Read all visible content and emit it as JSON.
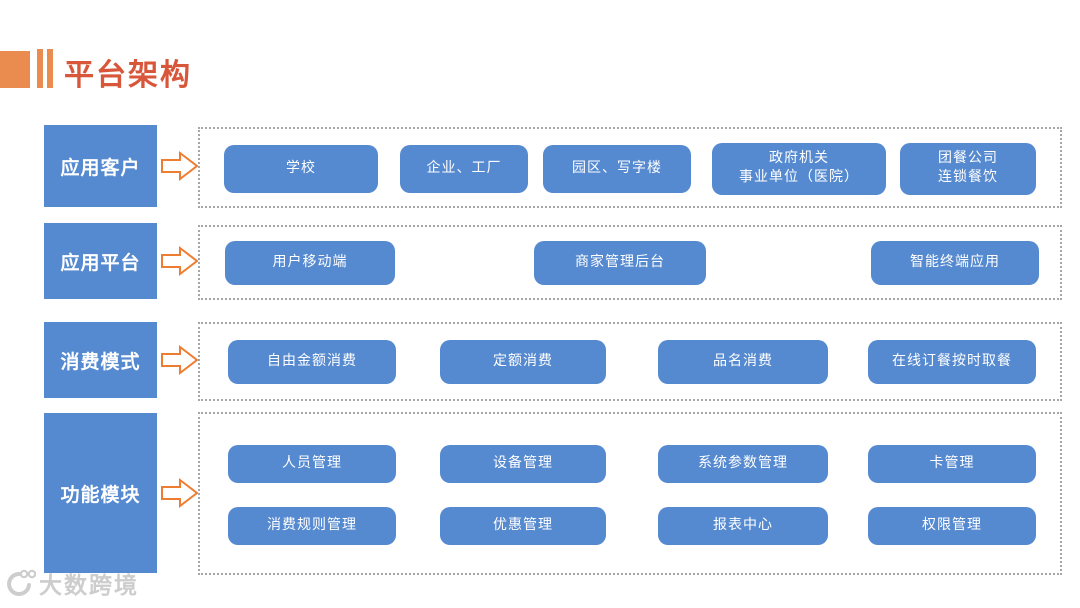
{
  "title": {
    "text": "平台架构"
  },
  "colors": {
    "accent_orange": "#ea8c50",
    "title_red": "#d8573a",
    "box_blue": "#5589d0",
    "arrow_orange": "#ed7d31",
    "dotted_border_gray": "#a6a6a6",
    "box_text": "#ffffff"
  },
  "rows": [
    {
      "label": "应用客户",
      "boxes": [
        {
          "label": "学校"
        },
        {
          "label": "企业、工厂"
        },
        {
          "label": "园区、写字楼"
        },
        {
          "label": "政府机关\n事业单位（医院）"
        },
        {
          "label": "团餐公司\n连锁餐饮"
        }
      ]
    },
    {
      "label": "应用平台",
      "boxes": [
        {
          "label": "用户移动端"
        },
        {
          "label": "商家管理后台"
        },
        {
          "label": "智能终端应用"
        }
      ]
    },
    {
      "label": "消费模式",
      "boxes": [
        {
          "label": "自由金额消费"
        },
        {
          "label": "定额消费"
        },
        {
          "label": "品名消费"
        },
        {
          "label": "在线订餐按时取餐"
        }
      ]
    },
    {
      "label": "功能模块",
      "boxes": [
        {
          "label": "人员管理"
        },
        {
          "label": "设备管理"
        },
        {
          "label": "系统参数管理"
        },
        {
          "label": "卡管理"
        },
        {
          "label": "消费规则管理"
        },
        {
          "label": "优惠管理"
        },
        {
          "label": "报表中心"
        },
        {
          "label": "权限管理"
        }
      ]
    }
  ],
  "watermark": {
    "text": "大数跨境"
  }
}
